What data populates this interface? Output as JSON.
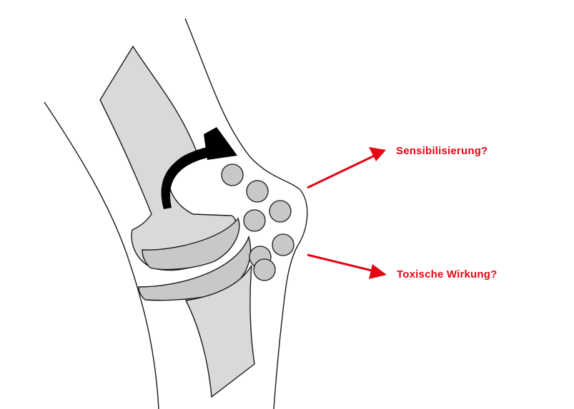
{
  "labels": {
    "sensitization": "Sensibilisierung?",
    "toxic_effect": "Toxische Wirkung?"
  },
  "colors": {
    "accent": "#e30613",
    "bone_fill": "#d9d9d9",
    "particle_fill": "#c8c8c8",
    "outline": "#1a1a1a",
    "rotation_arrow": "#000000",
    "background": "#ffffff"
  },
  "particles": {
    "count": 7
  },
  "icons": {
    "rotation_arrow": "curved-arrow-icon",
    "sensitization_arrow": "arrow-right-up-icon",
    "toxic_arrow": "arrow-right-down-icon"
  }
}
